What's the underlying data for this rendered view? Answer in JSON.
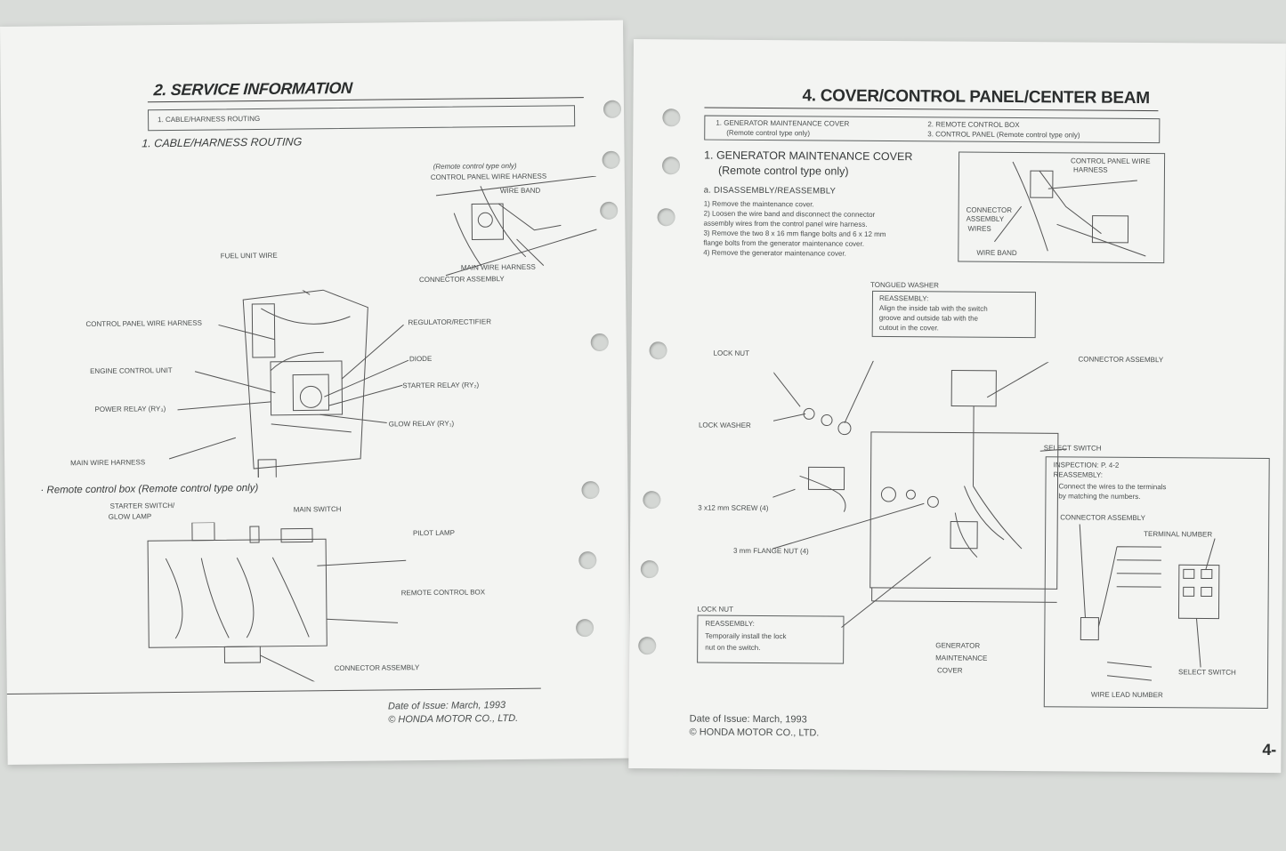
{
  "left": {
    "title": "2. SERVICE INFORMATION",
    "toc_item": "1. CABLE/HARNESS ROUTING",
    "section_title": "1. CABLE/HARNESS ROUTING",
    "inset_labels": {
      "remote_type": "(Remote control type only)",
      "control_panel_harness": "CONTROL PANEL WIRE HARNESS",
      "wire_band": "WIRE BAND",
      "main_wire_harness": "MAIN WIRE HARNESS",
      "connector_assembly": "CONNECTOR ASSEMBLY"
    },
    "labels": {
      "fuel_unit_wire": "FUEL UNIT WIRE",
      "control_panel_harness": "CONTROL PANEL WIRE HARNESS",
      "regulator": "REGULATOR/RECTIFIER",
      "engine_control_unit": "ENGINE CONTROL UNIT",
      "diode": "DIODE",
      "starter_relay": "STARTER RELAY (RY₂)",
      "power_relay": "POWER RELAY (RY₃)",
      "glow_relay": "GLOW RELAY (RY₁)",
      "main_wire_harness": "MAIN WIRE HARNESS"
    },
    "remote_heading": "· Remote control box (Remote control type only)",
    "remote_labels": {
      "starter_switch": "STARTER SWITCH/",
      "glow_lamp": "GLOW LAMP",
      "main_switch": "MAIN SWITCH",
      "pilot_lamp": "PILOT LAMP",
      "remote_box": "REMOTE CONTROL BOX",
      "connector_assembly": "CONNECTOR ASSEMBLY"
    },
    "footer_date": "Date of Issue: March, 1993",
    "footer_copyright": "© HONDA MOTOR CO., LTD."
  },
  "right": {
    "title": "4. COVER/CONTROL PANEL/CENTER BEAM",
    "toc": {
      "item1": "1. GENERATOR MAINTENANCE COVER",
      "item1_sub": "(Remote control type only)",
      "item2": "2. REMOTE CONTROL BOX",
      "item3": "3. CONTROL PANEL (Remote control type only)"
    },
    "section_title": "1. GENERATOR MAINTENANCE COVER",
    "section_sub": "(Remote control type only)",
    "subsection": "a. DISASSEMBLY/REASSEMBLY",
    "steps": [
      "1)  Remove the maintenance cover.",
      "2)  Loosen the wire band and disconnect the connector",
      "     assembly wires from the control panel wire harness.",
      "3)  Remove the two 8 x 16 mm flange bolts and 6 x 12 mm",
      "     flange bolts from the generator maintenance cover.",
      "4)  Remove the generator maintenance cover."
    ],
    "inset_labels": {
      "control_panel_harness_1": "CONTROL PANEL WIRE",
      "control_panel_harness_2": "HARNESS",
      "connector_1": "CONNECTOR",
      "connector_2": "ASSEMBLY",
      "connector_3": "WIRES",
      "wire_band": "WIRE BAND"
    },
    "tongued_washer": "TONGUED WASHER",
    "reassembly_title": "REASSEMBLY:",
    "reassembly_lines": [
      "Align the inside tab with the switch",
      "groove and outside tab with the",
      "cutout in the cover."
    ],
    "labels": {
      "lock_nut": "LOCK NUT",
      "connector_assembly": "CONNECTOR ASSEMBLY",
      "lock_washer": "LOCK WASHER",
      "select_switch": "SELECT SWITCH",
      "screw": "3 x12 mm SCREW (4)",
      "flange_nut": "3 mm FLANGE NUT (4)",
      "lock_nut2": "LOCK NUT",
      "gen_cover_1": "GENERATOR",
      "gen_cover_2": "MAINTENANCE",
      "gen_cover_3": "COVER"
    },
    "lock_nut_box": {
      "title": "REASSEMBLY:",
      "line1": "Temporaily install the lock",
      "line2": "nut on the switch."
    },
    "select_box": {
      "inspection": "INSPECTION: P. 4-2",
      "reassembly": "REASSEMBLY:",
      "line1": "Connect the wires to the terminals",
      "line2": "by matching the numbers.",
      "connector_assembly": "CONNECTOR ASSEMBLY",
      "terminal_number": "TERMINAL NUMBER",
      "select_switch": "SELECT SWITCH",
      "wire_lead_number": "WIRE LEAD NUMBER"
    },
    "footer_date": "Date of Issue: March, 1993",
    "footer_copyright": "© HONDA MOTOR CO., LTD.",
    "page_number": "4-"
  }
}
